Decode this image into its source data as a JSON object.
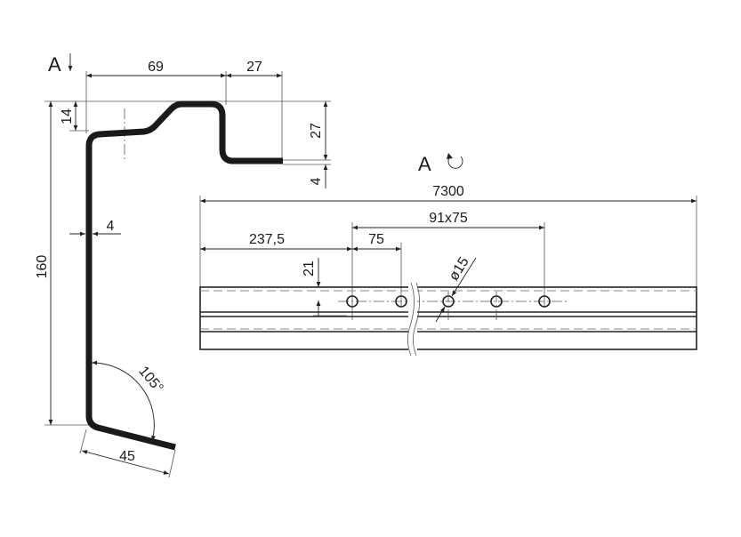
{
  "section_view": {
    "view_label": "A",
    "dims": {
      "top_width": "69",
      "top_right": "27",
      "top_drop": "14",
      "right_height": "27",
      "right_thickness": "4",
      "total_height": "160",
      "web_thickness": "4",
      "angle": "105°",
      "flange_length": "45"
    }
  },
  "elevation_view": {
    "view_label": "A",
    "rotate_icon": "rotate-icon",
    "dims": {
      "total_length": "7300",
      "hole_pattern": "91x75",
      "first_hole_offset": "237,5",
      "hole_pitch": "75",
      "hole_height": "21",
      "hole_diameter": "ø15"
    }
  },
  "colors": {
    "line": "#222222",
    "profile": "#1a1a1a"
  }
}
